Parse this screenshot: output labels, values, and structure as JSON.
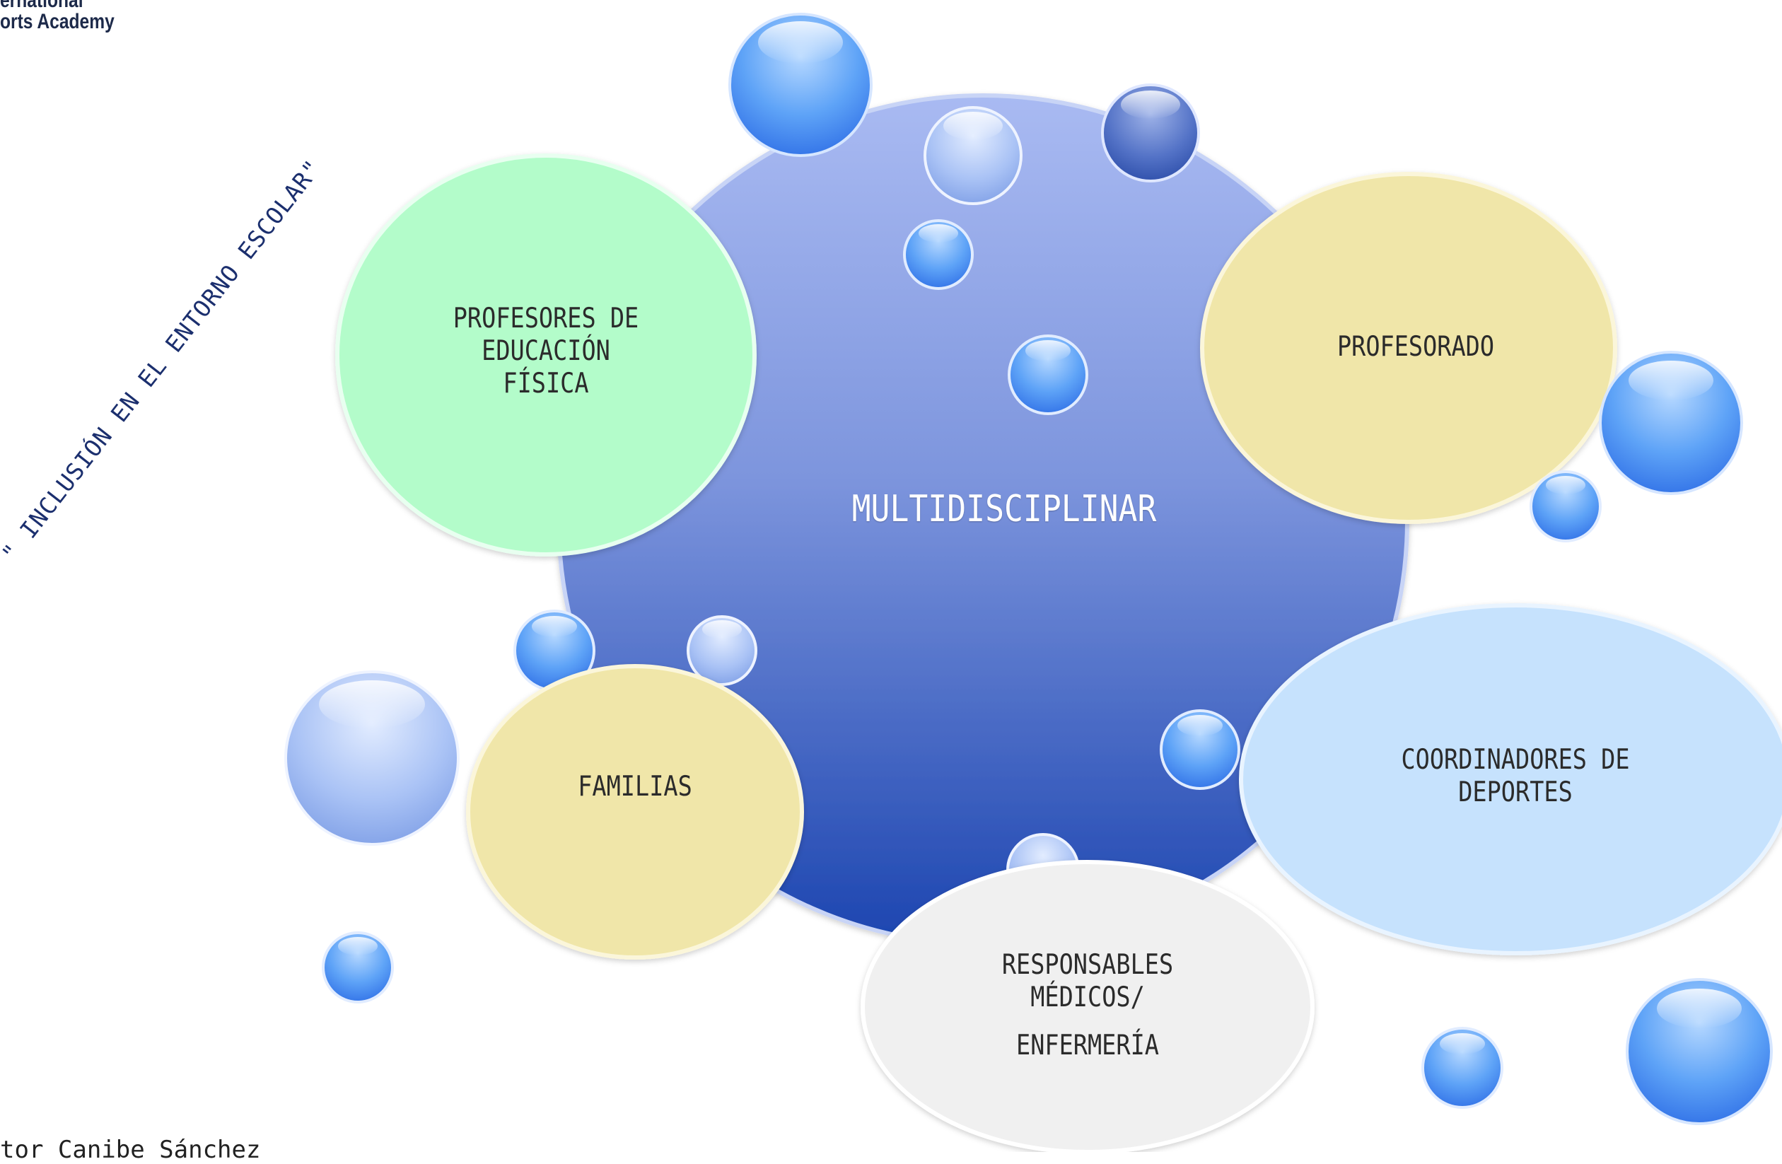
{
  "header": {
    "logo_line1": "ernational",
    "logo_line2": "orts Academy"
  },
  "title": "\" INCLUSIÓN EN EL ENTORNO ESCOLAR\"",
  "center": {
    "label": "MULTIDISCIPLINAR"
  },
  "nodes": {
    "profesores_ef": {
      "lines": [
        "PROFESORES DE",
        "EDUCACIÓN",
        "FÍSICA"
      ]
    },
    "profesorado": {
      "lines": [
        "PROFESORADO"
      ]
    },
    "familias": {
      "lines": [
        "FAMILIAS"
      ]
    },
    "coordinadores": {
      "lines": [
        "COORDINADORES DE",
        "DEPORTES"
      ]
    },
    "responsables": {
      "lines": [
        "RESPONSABLES",
        "MÉDICOS/",
        "ENFERMERÍA"
      ]
    }
  },
  "footer": {
    "author": "tor Canibe Sánchez"
  },
  "colors": {
    "center_top": "#a7b8f1",
    "center_bottom": "#1f49b2",
    "green_node": "#b4fccb",
    "yellow_node": "#f0e6a8",
    "light_blue_node": "#c6e2fd",
    "grey_node": "#f0f0f0",
    "bubble": "#4f97f5"
  }
}
